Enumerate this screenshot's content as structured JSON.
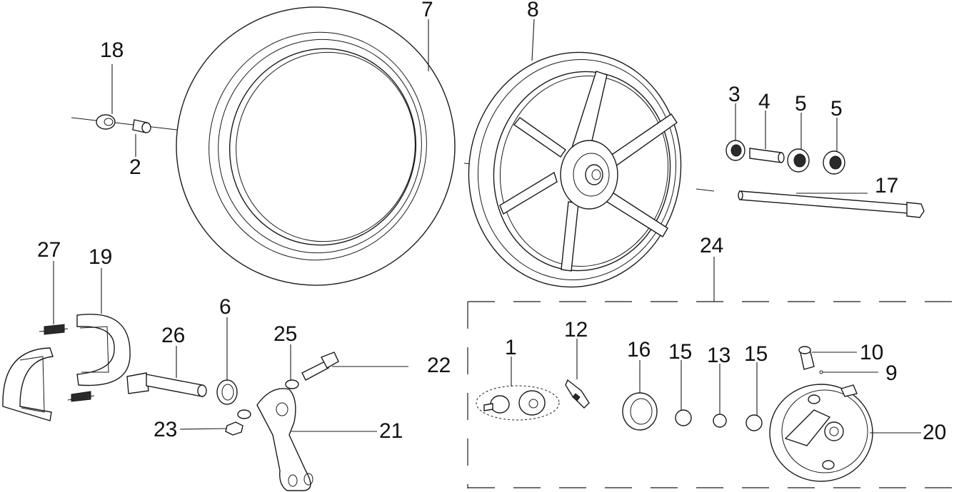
{
  "callouts": {
    "c1": "1",
    "c2": "2",
    "c3": "3",
    "c4": "4",
    "c5a": "5",
    "c5b": "5",
    "c6": "6",
    "c7": "7",
    "c8": "8",
    "c9": "9",
    "c10": "10",
    "c12": "12",
    "c13": "13",
    "c15a": "15",
    "c15b": "15",
    "c16": "16",
    "c17": "17",
    "c18": "18",
    "c19": "19",
    "c20": "20",
    "c21": "21",
    "c22": "22",
    "c23": "23",
    "c24": "24",
    "c25": "25",
    "c26": "26",
    "c27": "27"
  },
  "colors": {
    "line": "#1a1a1a",
    "background": "#ffffff"
  }
}
